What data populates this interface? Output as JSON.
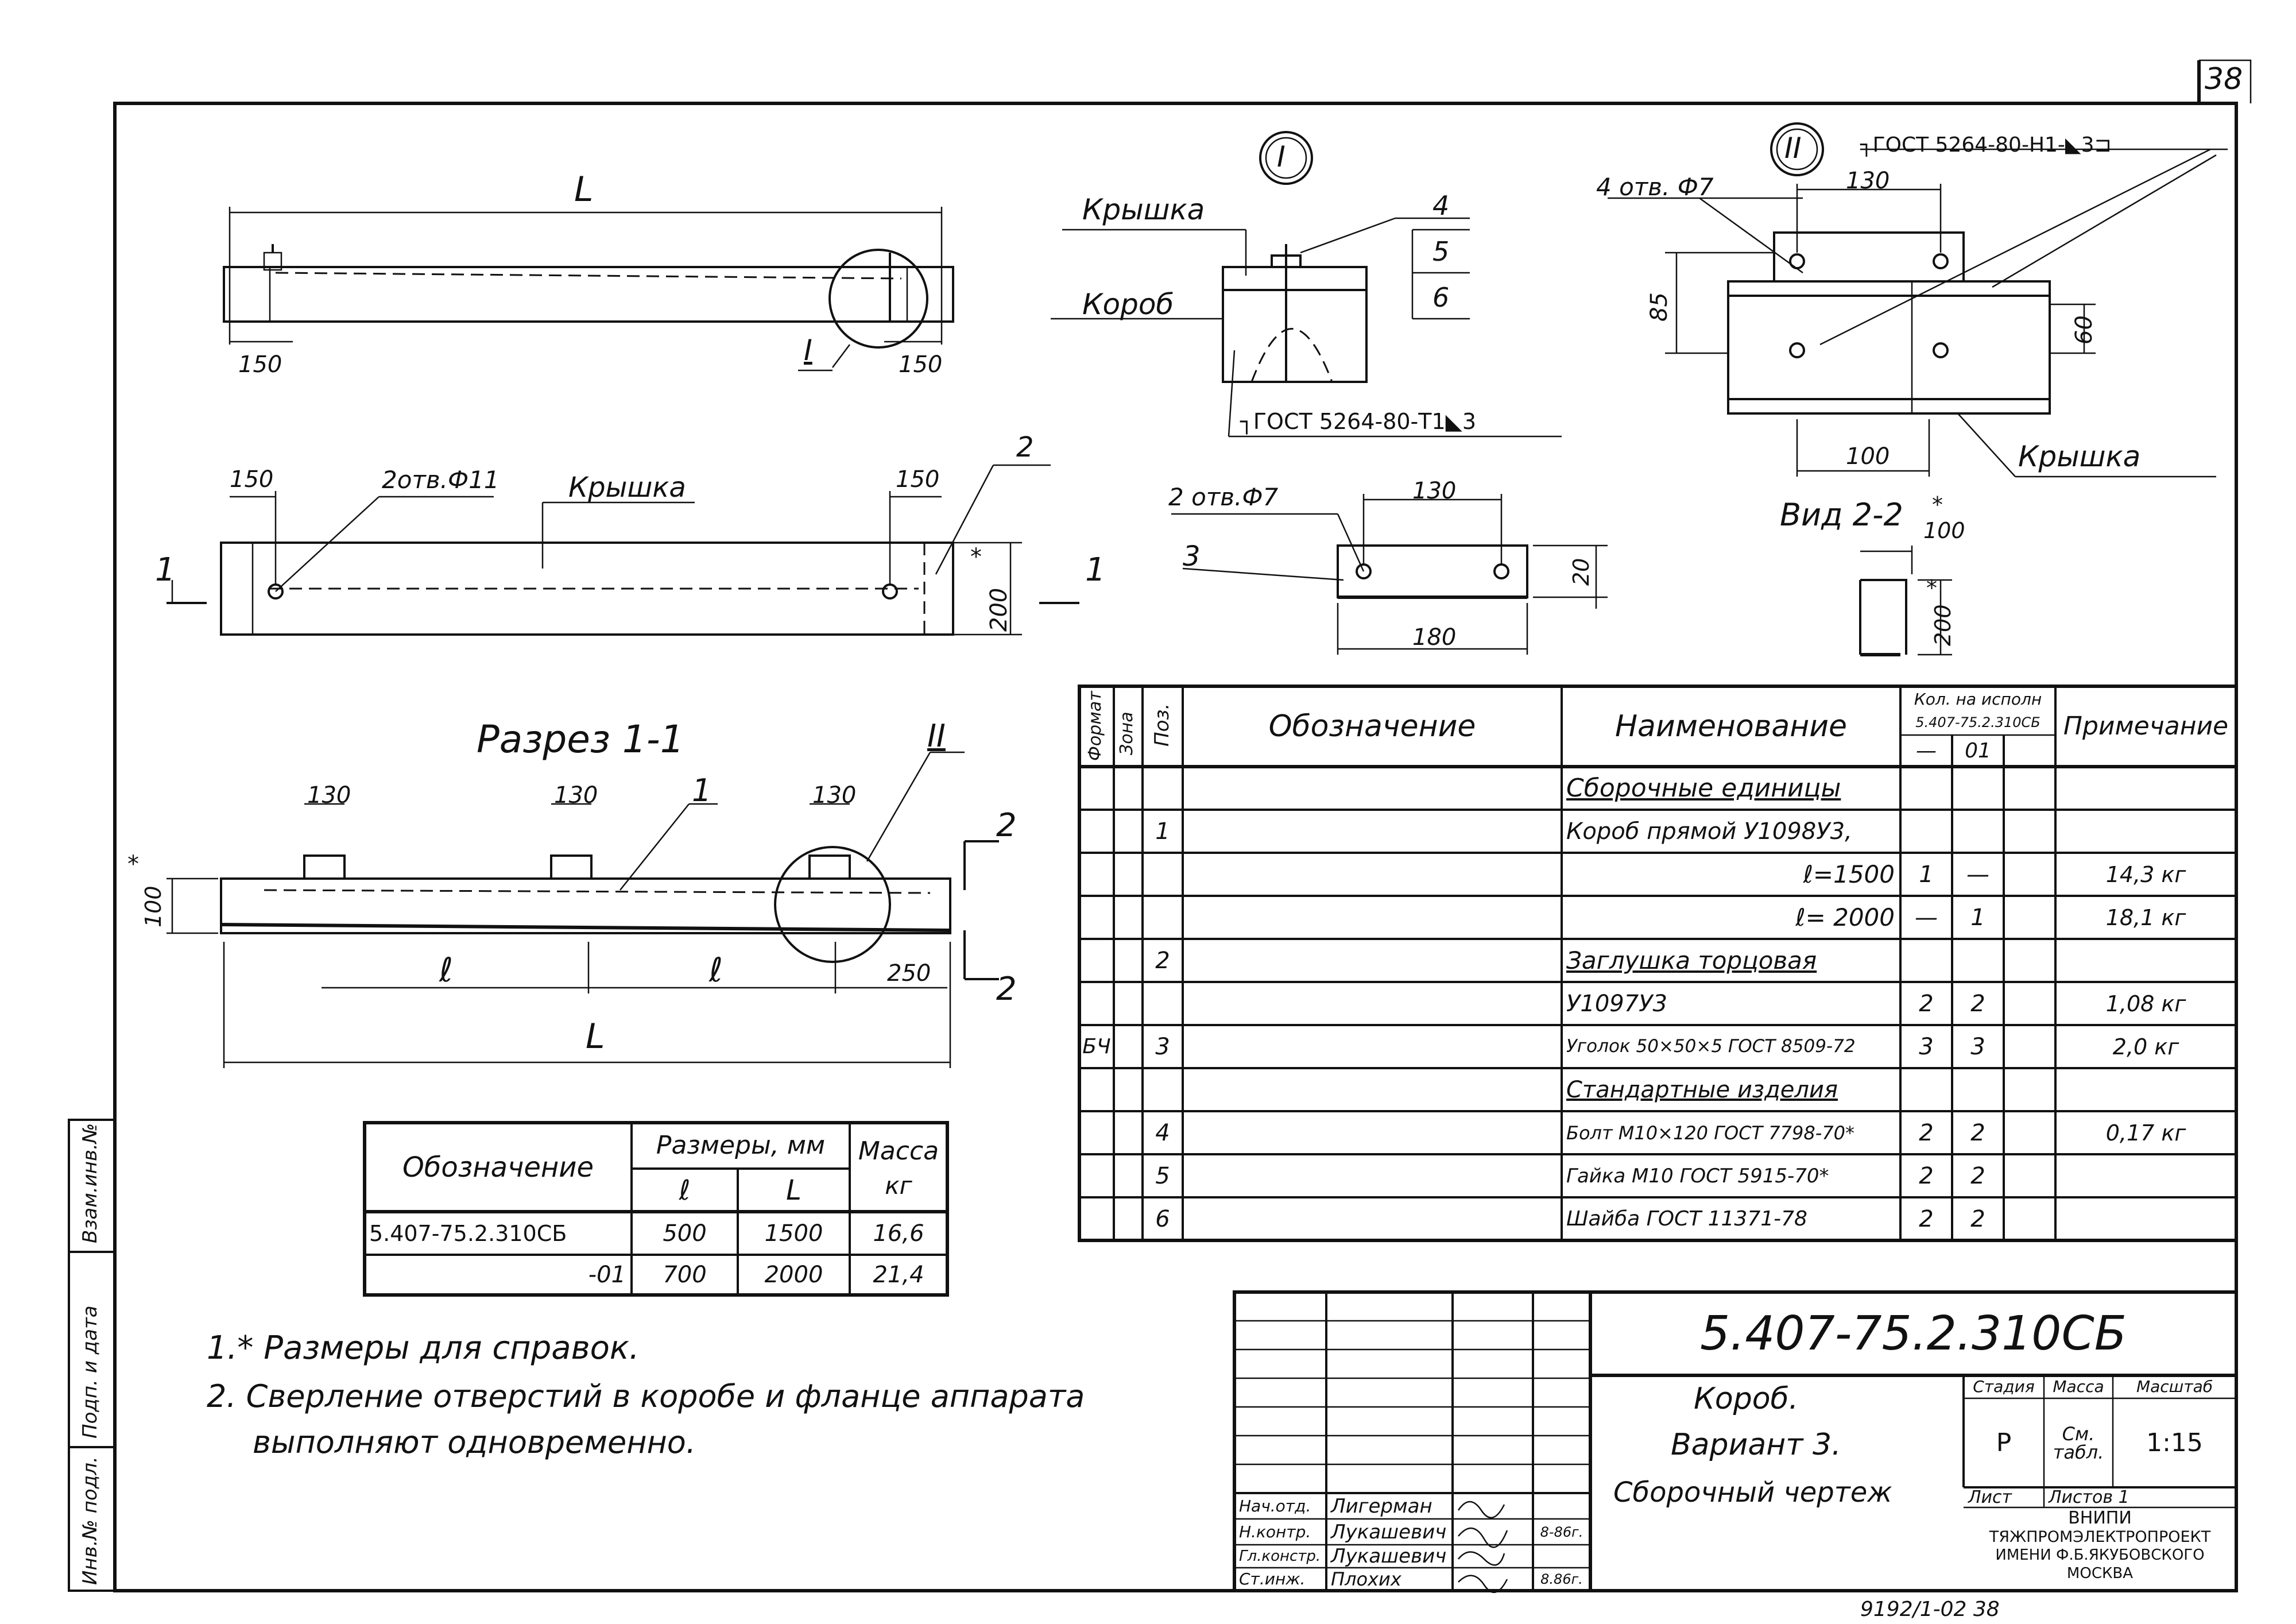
{
  "sheet": {
    "sheet_number": "38",
    "bottom_code": "9192/1-02 38"
  },
  "top_view": {
    "dim_L": "L",
    "dim_left": "150",
    "dim_right": "150",
    "callout_I": "I"
  },
  "plan_view": {
    "dim_left": "150",
    "dim_right": "150",
    "holes_label": "2отв.Ф11",
    "lid_label": "Крышка",
    "pos_2": "2",
    "dim_height": "200",
    "star": "*",
    "section_mark": "1"
  },
  "section_view": {
    "title": "Разрез 1-1",
    "dim_130_a": "130",
    "dim_130_b": "130",
    "dim_130_c": "130",
    "pos_1": "1",
    "callout_II": "II",
    "dim_100": "100",
    "star": "*",
    "dim_l_a": "ℓ",
    "dim_l_b": "ℓ",
    "dim_250": "250",
    "dim_L": "L",
    "view_mark_top": "2",
    "view_mark_bottom": "2"
  },
  "detail_I": {
    "callout": "I",
    "lid_label": "Крышка",
    "box_label": "Короб",
    "pos_4": "4",
    "pos_5": "5",
    "pos_6": "6",
    "weld_note": "┐ГОСТ 5264-80-Т1◣3"
  },
  "detail_angle": {
    "holes_label": "2 отв.Ф7",
    "dim_130": "130",
    "dim_180": "180",
    "dim_20": "20",
    "pos_3": "3"
  },
  "detail_II": {
    "callout": "II",
    "weld_note": "┐ГОСТ 5264-80-Н1-◣3⊐",
    "holes_label": "4 отв. Ф7",
    "dim_130": "130",
    "dim_85": "85",
    "dim_60": "60",
    "dim_100": "100",
    "lid_label": "Крышка"
  },
  "view_2_2": {
    "title": "Вид 2-2",
    "dim_100": "100",
    "dim_200": "200",
    "star": "*"
  },
  "spec_table": {
    "headers": {
      "format": "Формат",
      "zone": "Зона",
      "pos": "Поз.",
      "designation": "Обозначение",
      "name": "Наименование",
      "qty": "Кол. на исполн",
      "qty_doc": "5.407-75.2.310СБ",
      "qty_dash": "—",
      "qty_01": "01",
      "note": "Примечание"
    },
    "rows": [
      {
        "fmt": "",
        "pos": "",
        "name": "Сборочные единицы",
        "q1": "",
        "q2": "",
        "note": ""
      },
      {
        "fmt": "",
        "pos": "1",
        "name": "Короб прямой У1098У3,",
        "q1": "",
        "q2": "",
        "note": ""
      },
      {
        "fmt": "",
        "pos": "",
        "name": "ℓ=1500",
        "q1": "1",
        "q2": "—",
        "note": "14,3 кг"
      },
      {
        "fmt": "",
        "pos": "",
        "name": "ℓ= 2000",
        "q1": "—",
        "q2": "1",
        "note": "18,1 кг"
      },
      {
        "fmt": "",
        "pos": "2",
        "name": "Заглушка торцовая",
        "q1": "",
        "q2": "",
        "note": ""
      },
      {
        "fmt": "",
        "pos": "",
        "name": "У1097У3",
        "q1": "2",
        "q2": "2",
        "note": "1,08 кг"
      },
      {
        "fmt": "БЧ",
        "pos": "3",
        "name": "Уголок 50×50×5 ГОСТ 8509-72",
        "q1": "3",
        "q2": "3",
        "note": "2,0 кг"
      },
      {
        "fmt": "",
        "pos": "",
        "name": "Стандартные изделия",
        "q1": "",
        "q2": "",
        "note": ""
      },
      {
        "fmt": "",
        "pos": "4",
        "name": "Болт М10×120 ГОСТ 7798-70*",
        "q1": "2",
        "q2": "2",
        "note": "0,17 кг"
      },
      {
        "fmt": "",
        "pos": "5",
        "name": "Гайка М10 ГОСТ 5915-70*",
        "q1": "2",
        "q2": "2",
        "note": ""
      },
      {
        "fmt": "",
        "pos": "6",
        "name": "Шайба ГОСТ 11371-78",
        "q1": "2",
        "q2": "2",
        "note": ""
      }
    ]
  },
  "size_table": {
    "h_designation": "Обозначение",
    "h_sizes": "Размеры, мм",
    "h_l": "ℓ",
    "h_L": "L",
    "h_mass": "Масса",
    "h_kg": "кг",
    "rows": [
      {
        "des": "5.407-75.2.310СБ",
        "l": "500",
        "L": "1500",
        "mass": "16,6"
      },
      {
        "des": "-01",
        "l": "700",
        "L": "2000",
        "mass": "21,4"
      }
    ]
  },
  "notes": {
    "n1": "1.* Размеры для справок.",
    "n2": "2. Сверление отверстий в коробе и фланце аппарата",
    "n2b": "выполняют одновременно."
  },
  "title_block": {
    "doc_code": "5.407-75.2.310СБ",
    "title_1": "Короб.",
    "title_2": "Вариант 3.",
    "title_3": "Сборочный чертеж",
    "h_stage": "Стадия",
    "h_mass": "Масса",
    "h_scale": "Масштаб",
    "stage": "Р",
    "mass": "См. табл.",
    "scale": "1:15",
    "sheet_label": "Лист",
    "sheets_label": "Листов 1",
    "org_1": "ВНИПИ",
    "org_2": "ТЯЖПРОМЭЛЕКТРОПРОЕКТ",
    "org_3": "ИМЕНИ Ф.Б.ЯКУБОВСКОГО",
    "org_4": "МОСКВА",
    "people": [
      {
        "role": "Нач.отд.",
        "name": "Лигерман",
        "date": ""
      },
      {
        "role": "Н.контр.",
        "name": "Лукашевич",
        "date": "8-86г."
      },
      {
        "role": "Гл.констр.",
        "name": "Лукашевич",
        "date": ""
      },
      {
        "role": "Ст.инж.",
        "name": "Плохих",
        "date": "8.86г."
      }
    ]
  },
  "side_stamp": {
    "s1": "Взам.инв.№",
    "s2": "Подп. и дата",
    "s3": "Инв.№ подл."
  }
}
